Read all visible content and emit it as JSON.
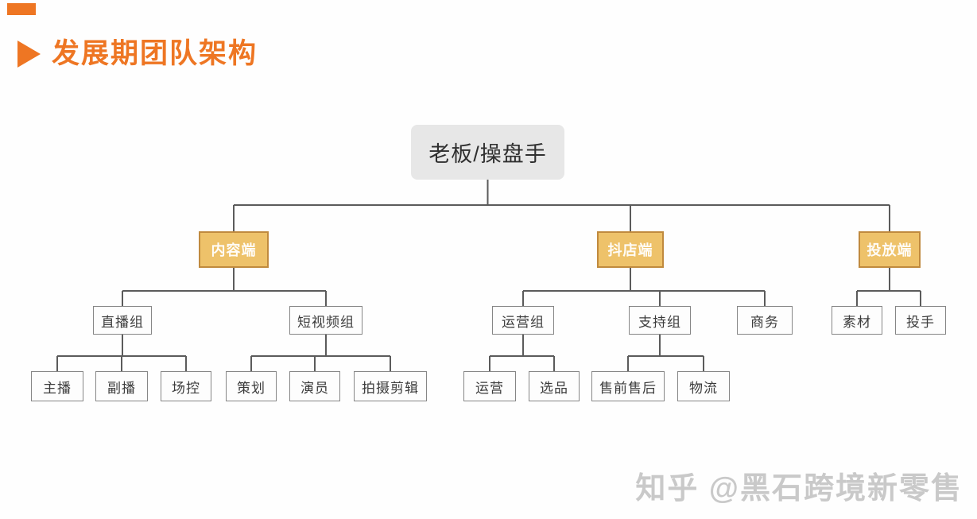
{
  "header": {
    "title": "发展期团队架构"
  },
  "org": {
    "root": {
      "label": "老板/操盘手"
    },
    "branches": [
      {
        "label": "内容端",
        "groups": [
          {
            "label": "直播组",
            "members": [
              "主播",
              "副播",
              "场控"
            ]
          },
          {
            "label": "短视频组",
            "members": [
              "策划",
              "演员",
              "拍摄剪辑"
            ]
          }
        ]
      },
      {
        "label": "抖店端",
        "groups": [
          {
            "label": "运营组",
            "members": [
              "运营",
              "选品"
            ]
          },
          {
            "label": "支持组",
            "members": [
              "售前售后",
              "物流"
            ]
          },
          {
            "label": "商务",
            "members": []
          }
        ]
      },
      {
        "label": "投放端",
        "groups": [
          {
            "label": "素材",
            "members": []
          },
          {
            "label": "投手",
            "members": []
          }
        ]
      }
    ]
  },
  "watermark": {
    "text": "知乎 @黑石跨境新零售"
  },
  "colors": {
    "accent_orange": "#ee7623",
    "branch_fill": "#eec26a",
    "branch_border": "#c08a3e",
    "root_fill": "#e7e7e7",
    "connector_line": "#5b5b5b",
    "watermark_gray": "#c9c9c9"
  }
}
